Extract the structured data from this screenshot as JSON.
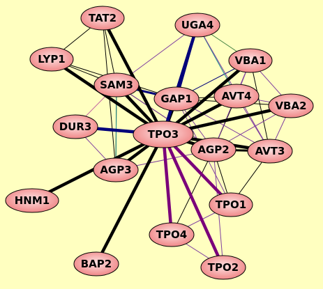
{
  "colors": {
    "background": "#ffffc0",
    "node_fill_light": "#fde2e2",
    "node_fill_dark": "#f08888",
    "node_stroke": "#000000",
    "edge_black": "#000000",
    "edge_navy": "#00007a",
    "edge_purple": "#7a007a",
    "edge_violet": "#8040a0",
    "edge_teal": "#209090",
    "edge_green": "#408040",
    "edge_pink": "#c060a0"
  },
  "nodes": [
    {
      "id": "TAT2",
      "label": "TAT2"
    },
    {
      "id": "UGA4",
      "label": "UGA4"
    },
    {
      "id": "LYP1",
      "label": "LYP1"
    },
    {
      "id": "VBA1",
      "label": "VBA1"
    },
    {
      "id": "SAM3",
      "label": "SAM3"
    },
    {
      "id": "GAP1",
      "label": "GAP1"
    },
    {
      "id": "AVT4",
      "label": "AVT4"
    },
    {
      "id": "VBA2",
      "label": "VBA2"
    },
    {
      "id": "DUR3",
      "label": "DUR3"
    },
    {
      "id": "TPO3",
      "label": "TPO3"
    },
    {
      "id": "AGP2",
      "label": "AGP2"
    },
    {
      "id": "AVT3",
      "label": "AVT3"
    },
    {
      "id": "AGP3",
      "label": "AGP3"
    },
    {
      "id": "HNM1",
      "label": "HNM1"
    },
    {
      "id": "TPO1",
      "label": "TPO1"
    },
    {
      "id": "TPO4",
      "label": "TPO4"
    },
    {
      "id": "BAP2",
      "label": "BAP2"
    },
    {
      "id": "TPO2",
      "label": "TPO2"
    }
  ],
  "edges": [
    {
      "source": "TPO3",
      "target": "TAT2",
      "color": "black",
      "weight": "thick"
    },
    {
      "source": "TPO3",
      "target": "LYP1",
      "color": "black",
      "weight": "thick"
    },
    {
      "source": "TPO3",
      "target": "SAM3",
      "color": "black",
      "weight": "thick"
    },
    {
      "source": "TPO3",
      "target": "HNM1",
      "color": "black",
      "weight": "thick"
    },
    {
      "source": "TPO3",
      "target": "BAP2",
      "color": "black",
      "weight": "thick"
    },
    {
      "source": "TPO3",
      "target": "AGP3",
      "color": "black",
      "weight": "thick"
    },
    {
      "source": "TPO3",
      "target": "GAP1",
      "color": "black",
      "weight": "thick"
    },
    {
      "source": "TPO3",
      "target": "AVT4",
      "color": "black",
      "weight": "thick"
    },
    {
      "source": "TPO3",
      "target": "VBA1",
      "color": "black",
      "weight": "thick"
    },
    {
      "source": "TPO3",
      "target": "VBA2",
      "color": "black",
      "weight": "thick"
    },
    {
      "source": "TPO3",
      "target": "AGP2",
      "color": "black",
      "weight": "thick"
    },
    {
      "source": "TPO3",
      "target": "AVT3",
      "color": "black",
      "weight": "thick"
    },
    {
      "source": "TPO3",
      "target": "UGA4",
      "color": "navy",
      "weight": "thick"
    },
    {
      "source": "TPO3",
      "target": "DUR3",
      "color": "navy",
      "weight": "thick"
    },
    {
      "source": "TPO3",
      "target": "TPO1",
      "color": "purple",
      "weight": "thick"
    },
    {
      "source": "TPO3",
      "target": "TPO4",
      "color": "purple",
      "weight": "thick"
    },
    {
      "source": "TPO3",
      "target": "TPO2",
      "color": "purple",
      "weight": "thick"
    },
    {
      "source": "SAM3",
      "target": "GAP1",
      "color": "navy",
      "weight": "medium"
    },
    {
      "source": "GAP1",
      "target": "UGA4",
      "color": "navy",
      "weight": "medium"
    },
    {
      "source": "GAP1",
      "target": "VBA1",
      "color": "navy",
      "weight": "thin"
    },
    {
      "source": "AGP2",
      "target": "AVT3",
      "color": "black",
      "weight": "medium"
    },
    {
      "source": "TAT2",
      "target": "LYP1",
      "color": "black",
      "weight": "thin"
    },
    {
      "source": "TAT2",
      "target": "SAM3",
      "color": "black",
      "weight": "thin"
    },
    {
      "source": "TAT2",
      "target": "AGP3",
      "color": "black",
      "weight": "thin"
    },
    {
      "source": "LYP1",
      "target": "SAM3",
      "color": "black",
      "weight": "thin"
    },
    {
      "source": "LYP1",
      "target": "GAP1",
      "color": "black",
      "weight": "thin"
    },
    {
      "source": "SAM3",
      "target": "AGP3",
      "color": "black",
      "weight": "thin"
    },
    {
      "source": "SAM3",
      "target": "AGP2",
      "color": "black",
      "weight": "thin"
    },
    {
      "source": "GAP1",
      "target": "AVT4",
      "color": "black",
      "weight": "thin"
    },
    {
      "source": "GAP1",
      "target": "VBA2",
      "color": "black",
      "weight": "thin"
    },
    {
      "source": "AGP2",
      "target": "TPO1",
      "color": "black",
      "weight": "thin"
    },
    {
      "source": "AGP2",
      "target": "TPO4",
      "color": "black",
      "weight": "thin"
    },
    {
      "source": "AVT3",
      "target": "TPO1",
      "color": "black",
      "weight": "thin"
    },
    {
      "source": "VBA1",
      "target": "AVT3",
      "color": "black",
      "weight": "thin"
    },
    {
      "source": "AVT4",
      "target": "AGP2",
      "color": "black",
      "weight": "thin"
    },
    {
      "source": "SAM3",
      "target": "DUR3",
      "color": "pink",
      "weight": "thin"
    },
    {
      "source": "SAM3",
      "target": "AGP2",
      "color": "violet",
      "weight": "thin"
    },
    {
      "source": "SAM3",
      "target": "UGA4",
      "color": "violet",
      "weight": "thin"
    },
    {
      "source": "DUR3",
      "target": "AGP3",
      "color": "violet",
      "weight": "thin"
    },
    {
      "source": "SAM3",
      "target": "AGP3",
      "color": "teal",
      "weight": "thin"
    },
    {
      "source": "UGA4",
      "target": "VBA1",
      "color": "green",
      "weight": "thin"
    },
    {
      "source": "UGA4",
      "target": "AVT4",
      "color": "teal",
      "weight": "thin"
    },
    {
      "source": "UGA4",
      "target": "AVT3",
      "color": "violet",
      "weight": "thin"
    },
    {
      "source": "GAP1",
      "target": "AGP2",
      "color": "violet",
      "weight": "thin"
    },
    {
      "source": "GAP1",
      "target": "AVT3",
      "color": "violet",
      "weight": "thin"
    },
    {
      "source": "GAP1",
      "target": "TPO1",
      "color": "violet",
      "weight": "thin"
    },
    {
      "source": "AVT4",
      "target": "VBA1",
      "color": "violet",
      "weight": "thin"
    },
    {
      "source": "AVT4",
      "target": "VBA2",
      "color": "violet",
      "weight": "thin"
    },
    {
      "source": "AVT4",
      "target": "AVT3",
      "color": "violet",
      "weight": "thin"
    },
    {
      "source": "VBA1",
      "target": "VBA2",
      "color": "violet",
      "weight": "thin"
    },
    {
      "source": "VBA1",
      "target": "AGP2",
      "color": "violet",
      "weight": "thin"
    },
    {
      "source": "VBA2",
      "target": "AGP2",
      "color": "violet",
      "weight": "thin"
    },
    {
      "source": "VBA2",
      "target": "AVT3",
      "color": "violet",
      "weight": "thin"
    },
    {
      "source": "AGP3",
      "target": "AGP2",
      "color": "violet",
      "weight": "thin"
    },
    {
      "source": "AGP2",
      "target": "TPO2",
      "color": "violet",
      "weight": "thin"
    },
    {
      "source": "TPO4",
      "target": "TPO1",
      "color": "violet",
      "weight": "thin"
    },
    {
      "source": "TPO4",
      "target": "TPO2",
      "color": "violet",
      "weight": "thin"
    }
  ]
}
